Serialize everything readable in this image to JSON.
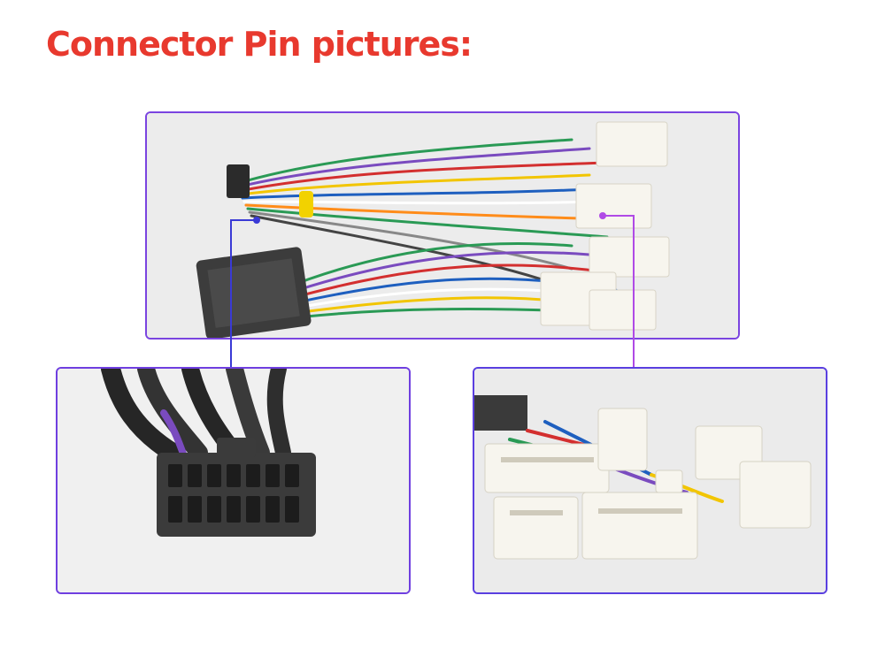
{
  "title": "Connector Pin pictures:",
  "colors": {
    "title": "#e8392e",
    "frame_blue": "#3a3ad6",
    "frame_purple": "#b04ae6",
    "panel_bg": "#ececec"
  },
  "panels": [
    {
      "name": "harness-overview-photo",
      "frame": "gradient"
    },
    {
      "name": "black-connector-closeup-photo",
      "frame": "gradient"
    },
    {
      "name": "white-connectors-closeup-photo",
      "frame": "gradient"
    }
  ]
}
